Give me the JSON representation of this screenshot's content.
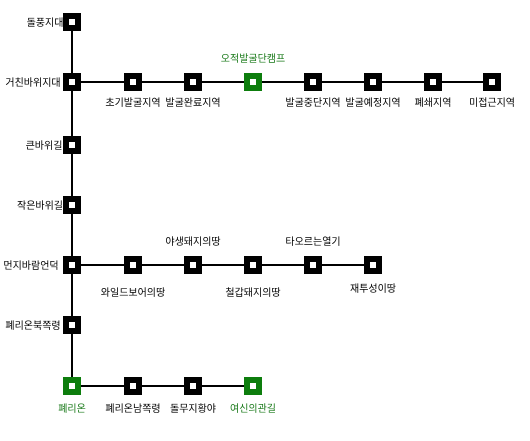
{
  "colors": {
    "line": "#000000",
    "node_fill": "#000000",
    "node_highlight": "#0d7d0d",
    "node_center": "#ffffff",
    "label": "#000000",
    "label_highlight": "#1a7a1a"
  },
  "nodes": [
    {
      "id": "dolpung",
      "label": "돌풍지대",
      "highlight": false
    },
    {
      "id": "geochin",
      "label": "거친바위지대",
      "highlight": false
    },
    {
      "id": "keunbawi",
      "label": "큰바위길",
      "highlight": false
    },
    {
      "id": "jageunbawi",
      "label": "작은바위길",
      "highlight": false
    },
    {
      "id": "meonji",
      "label": "먼지바람언덕",
      "highlight": false
    },
    {
      "id": "pyeri_bukjjok",
      "label": "폐리온북쪽령",
      "highlight": false
    },
    {
      "id": "pyerion",
      "label": "폐리온",
      "highlight": true
    },
    {
      "id": "chogi",
      "label": "초기발굴지역",
      "highlight": false
    },
    {
      "id": "balgul_wanryo",
      "label": "발굴완료지역",
      "highlight": false
    },
    {
      "id": "odd_camp",
      "label": "오적발굴단캠프",
      "highlight": true
    },
    {
      "id": "balgul_jungdan",
      "label": "발굴중단지역",
      "highlight": false
    },
    {
      "id": "balgul_yewon",
      "label": "발굴예정지역",
      "highlight": false
    },
    {
      "id": "pyeswae",
      "label": "폐쇄지역",
      "highlight": false
    },
    {
      "id": "mijeopgeun",
      "label": "미접근지역",
      "highlight": false
    },
    {
      "id": "wail",
      "label": "와일드보어의땅",
      "highlight": false
    },
    {
      "id": "yasaeng",
      "label": "야생돼지의땅",
      "highlight": false
    },
    {
      "id": "cheolgap",
      "label": "철갑돼지의땅",
      "highlight": false
    },
    {
      "id": "taoreun",
      "label": "타오르는열기",
      "highlight": false
    },
    {
      "id": "jaeteuseong",
      "label": "재투성이땅",
      "highlight": false
    },
    {
      "id": "pyeri_namjjok",
      "label": "폐리온남쪽령",
      "highlight": false
    },
    {
      "id": "dolmuji",
      "label": "돌무지황야",
      "highlight": false
    },
    {
      "id": "yeosin",
      "label": "여신의관길",
      "highlight": true
    }
  ],
  "edges": [
    [
      "dolpung",
      "geochin"
    ],
    [
      "geochin",
      "keunbawi"
    ],
    [
      "keunbawi",
      "jageunbawi"
    ],
    [
      "jageunbawi",
      "meonji"
    ],
    [
      "meonji",
      "pyeri_bukjjok"
    ],
    [
      "pyeri_bukjjok",
      "pyerion"
    ],
    [
      "geochin",
      "chogi"
    ],
    [
      "chogi",
      "balgul_wanryo"
    ],
    [
      "balgul_wanryo",
      "odd_camp"
    ],
    [
      "odd_camp",
      "balgul_jungdan"
    ],
    [
      "balgul_jungdan",
      "balgul_yewon"
    ],
    [
      "balgul_yewon",
      "pyeswae"
    ],
    [
      "pyeswae",
      "mijeopgeun"
    ],
    [
      "meonji",
      "wail"
    ],
    [
      "wail",
      "yasaeng"
    ],
    [
      "yasaeng",
      "cheolgap"
    ],
    [
      "cheolgap",
      "taoreun"
    ],
    [
      "taoreun",
      "jaeteuseong"
    ],
    [
      "pyerion",
      "pyeri_namjjok"
    ],
    [
      "pyeri_namjjok",
      "dolmuji"
    ],
    [
      "dolmuji",
      "yeosin"
    ]
  ]
}
